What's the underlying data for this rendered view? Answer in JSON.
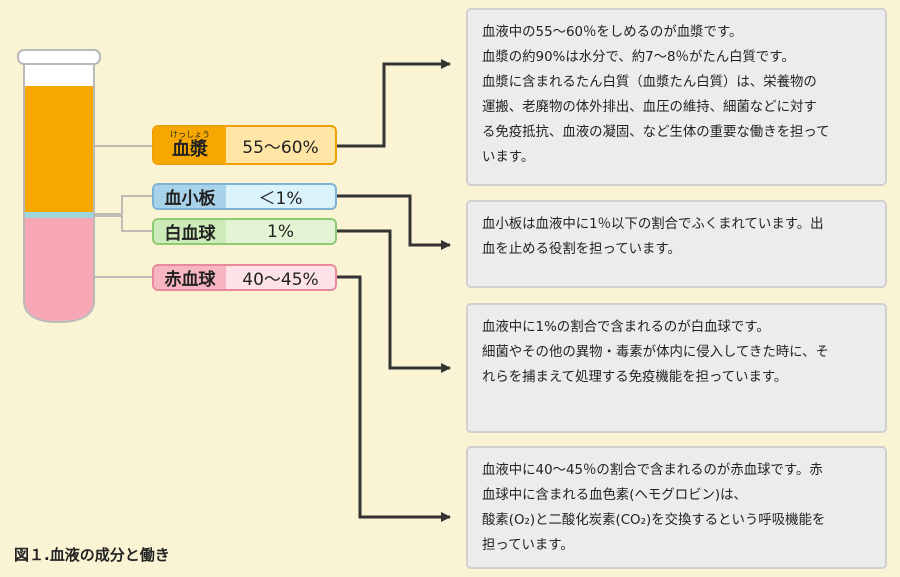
{
  "components": {
    "plasma": {
      "ruby": "けっしょう",
      "name": "血漿",
      "percent": "55〜60%"
    },
    "platelet": {
      "name": "血小板",
      "percent": "＜1%"
    },
    "wbc": {
      "name": "白血球",
      "percent": "1%"
    },
    "rbc": {
      "name": "赤血球",
      "percent": "40〜45%"
    }
  },
  "descriptions": {
    "plasma": [
      "血液中の55〜60％をしめるのが血漿です。",
      "血漿の約90%は水分で、約7〜8％がたん白質です。",
      "血漿に含まれるたん白質（血漿たん白質）は、栄養物の",
      "運搬、老廃物の体外排出、血圧の維持、細菌などに対す",
      "る免疫抵抗、血液の凝固、など生体の重要な働きを担って",
      "います。"
    ],
    "platelet": [
      "血小板は血液中に1％以下の割合でふくまれています。出",
      "血を止める役割を担っています。"
    ],
    "wbc": [
      "血液中に1%の割合で含まれるのが白血球です。",
      "細菌やその他の異物・毒素が体内に侵入してきた時に、そ",
      "れらを捕まえて処理する免疫機能を担っています。"
    ],
    "rbc": [
      "血液中に40〜45％の割合で含まれるのが赤血球です。赤",
      "血球中に含まれる血色素(ヘモグロビン)は、",
      "酸素(O₂)と二酸化炭素(CO₂)を交換するという呼吸機能を",
      "担っています。"
    ]
  },
  "caption": "図１.血液の成分と働き",
  "colors": {
    "background": "#fbf4d4",
    "plasma": "#f6a800",
    "platelet": "#a8d2ea",
    "wbc": "#ccebb8",
    "rbc": "#f7b5c1",
    "arrow": "#333333"
  }
}
